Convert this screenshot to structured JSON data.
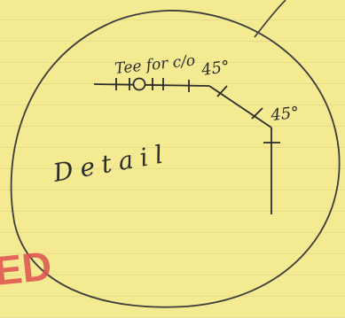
{
  "annotations": {
    "tee_label": "Tee for c/o",
    "angle_top": "45°",
    "angle_right": "45°",
    "detail_label": "Detail"
  },
  "stamp": {
    "text": "ED",
    "color": "#e0514f"
  },
  "colors": {
    "paper": "#f3ea91",
    "ink": "#2c2c2c"
  }
}
